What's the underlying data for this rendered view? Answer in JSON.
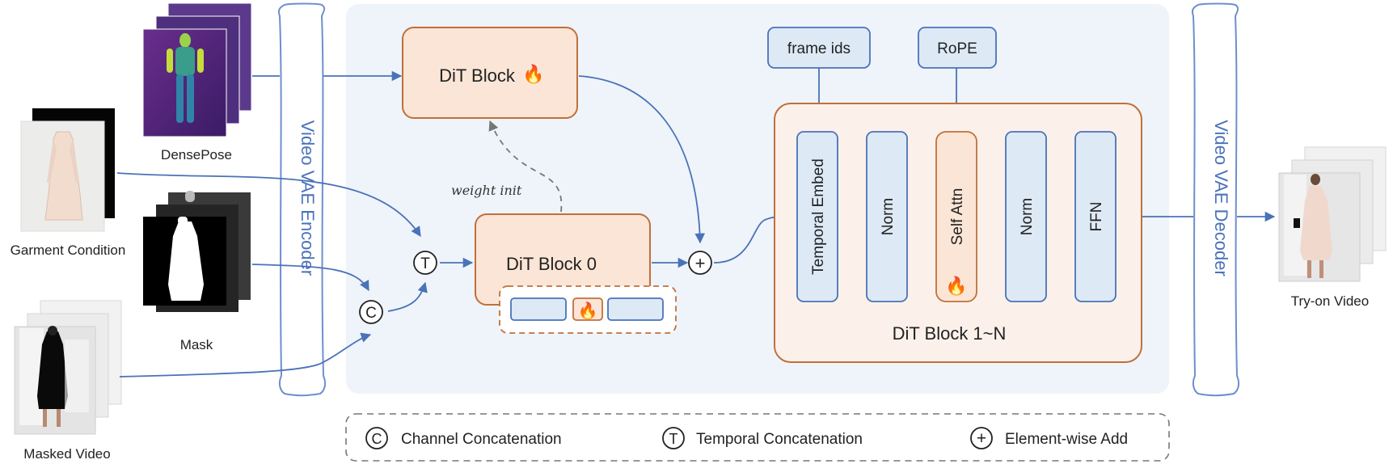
{
  "inputs": {
    "densepose": "DensePose",
    "garment": "Garment Condition",
    "mask": "Mask",
    "masked_video": "Masked Video"
  },
  "encoder": {
    "label": "Video VAE Encoder"
  },
  "decoder": {
    "label": "Video VAE Decoder"
  },
  "output": {
    "label": "Try-on Video"
  },
  "dit_block_top": {
    "label": "DiT Block",
    "flame": "🔥"
  },
  "dit_block_0": {
    "label": "DiT Block 0",
    "flame": "🔥"
  },
  "weight_init": "weight init",
  "operators": {
    "temporal": "T",
    "channel": "C",
    "add": "+"
  },
  "frame_ids": "frame ids",
  "rope": "RoPE",
  "dit_block_n": {
    "label": "DiT Block 1~N",
    "layers": [
      "Temporal Embed",
      "Norm",
      "Self Attn",
      "Norm",
      "FFN"
    ],
    "flame": "🔥"
  },
  "legend": {
    "channel": {
      "symbol": "C",
      "label": "Channel Concatenation"
    },
    "temporal": {
      "symbol": "T",
      "label": "Temporal Concatenation"
    },
    "add": {
      "symbol": "+",
      "label": "Element-wise Add"
    }
  },
  "colors": {
    "blue_stroke": "#4a72b8",
    "blue_fill": "#dde9f5",
    "orange_stroke": "#c0703a",
    "orange_fill": "#fbe5d6",
    "panel": "#eef4fa",
    "outer_fill": "#fcf1ea"
  }
}
